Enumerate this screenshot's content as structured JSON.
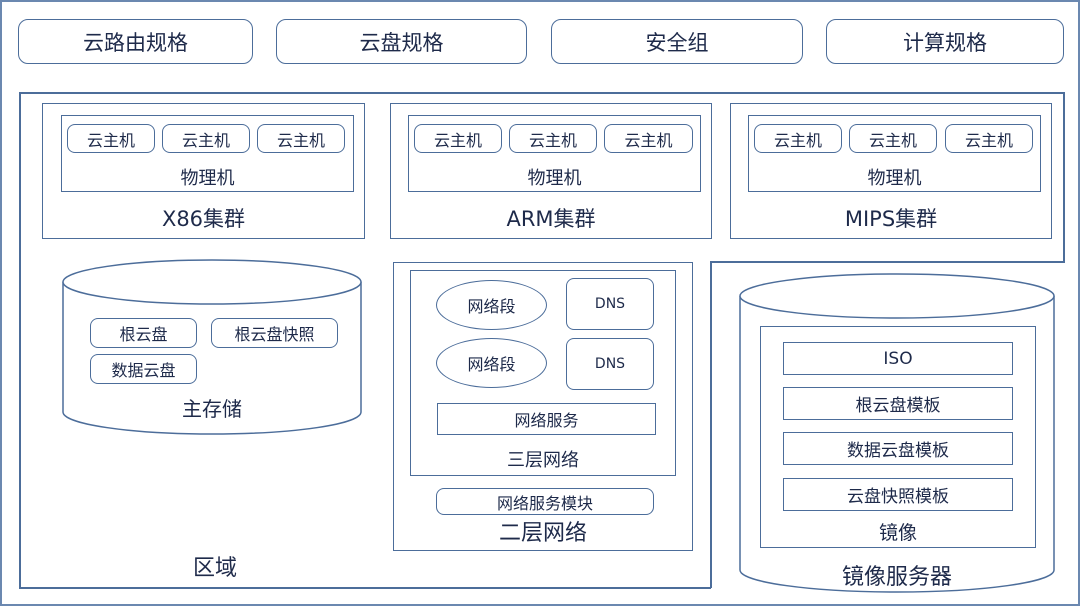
{
  "top_bar": [
    "云路由规格",
    "云盘规格",
    "安全组",
    "计算规格"
  ],
  "clusters": [
    {
      "vms": [
        "云主机",
        "云主机",
        "云主机"
      ],
      "physical": "物理机",
      "title": "X86集群"
    },
    {
      "vms": [
        "云主机",
        "云主机",
        "云主机"
      ],
      "physical": "物理机",
      "title": "ARM集群"
    },
    {
      "vms": [
        "云主机",
        "云主机",
        "云主机"
      ],
      "physical": "物理机",
      "title": "MIPS集群"
    }
  ],
  "primary_storage": {
    "items": [
      "根云盘",
      "根云盘快照",
      "数据云盘"
    ],
    "title": "主存储"
  },
  "network": {
    "segments": [
      "网络段",
      "网络段"
    ],
    "dns": [
      "DNS",
      "DNS"
    ],
    "service": "网络服务",
    "l3_title": "三层网络",
    "module": "网络服务模块",
    "l2_title": "二层网络"
  },
  "image_server": {
    "items": [
      "ISO",
      "根云盘模板",
      "数据云盘模板",
      "云盘快照模板"
    ],
    "inner_title": "镜像",
    "title": "镜像服务器"
  },
  "region_label": "区域",
  "colors": {
    "border": "#4c6d9a",
    "text": "#1e2a4a",
    "background": "#ffffff"
  }
}
